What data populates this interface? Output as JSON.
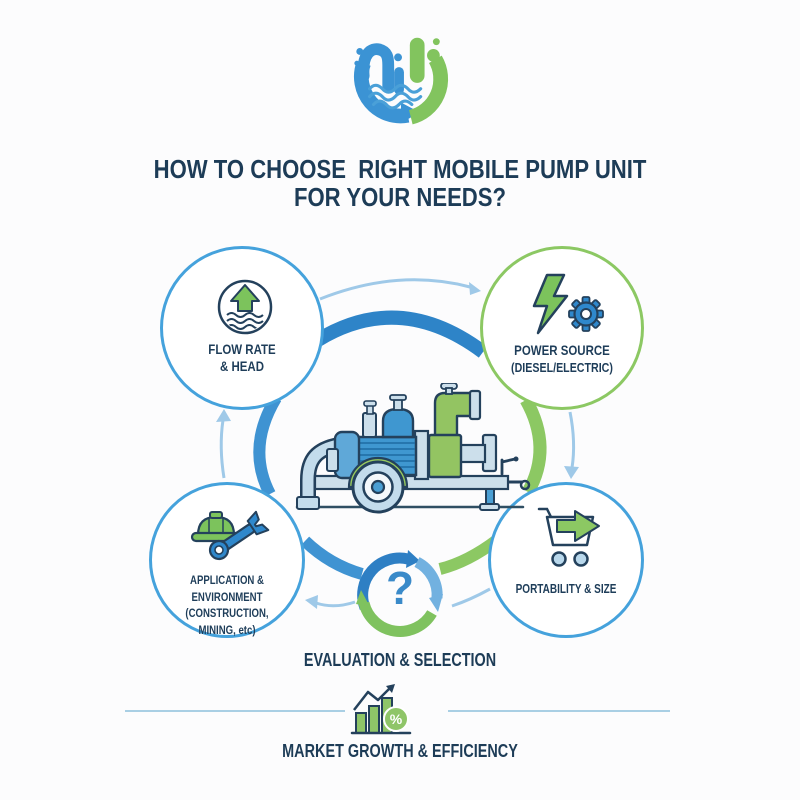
{
  "title": {
    "line1": "HOW TO CHOOSE  RIGHT MOBILE PUMP UNIT",
    "line2": "FOR YOUR NEEDS?"
  },
  "nodes": {
    "flow_rate": {
      "line1": "FLOW RATE",
      "line2": "& HEAD"
    },
    "power_source": {
      "line1": "POWER SOURCE",
      "line2": "(DIESEL/ELECTRIC)"
    },
    "application": {
      "line1": "APPLICATION & ENVIRONMENT",
      "line2": "(CONSTRUCTION, MINING, etc)"
    },
    "portability": {
      "line1": "PORTABILITY & SIZE"
    }
  },
  "evaluation": {
    "label": "EVALUATION & SELECTION",
    "symbol": "?"
  },
  "footer": {
    "label": "MARKET GROWTH & EFFICIENCY",
    "percent_symbol": "%"
  },
  "colors": {
    "navy": "#1d3c57",
    "blue": "#3b93d4",
    "blue_dark": "#2e84c8",
    "blue_light": "#9fc9e8",
    "green": "#8cc863",
    "green_icon": "#7cc35c",
    "blue_circle_border": "#45a2dc",
    "divider": "#a9cfe4"
  }
}
